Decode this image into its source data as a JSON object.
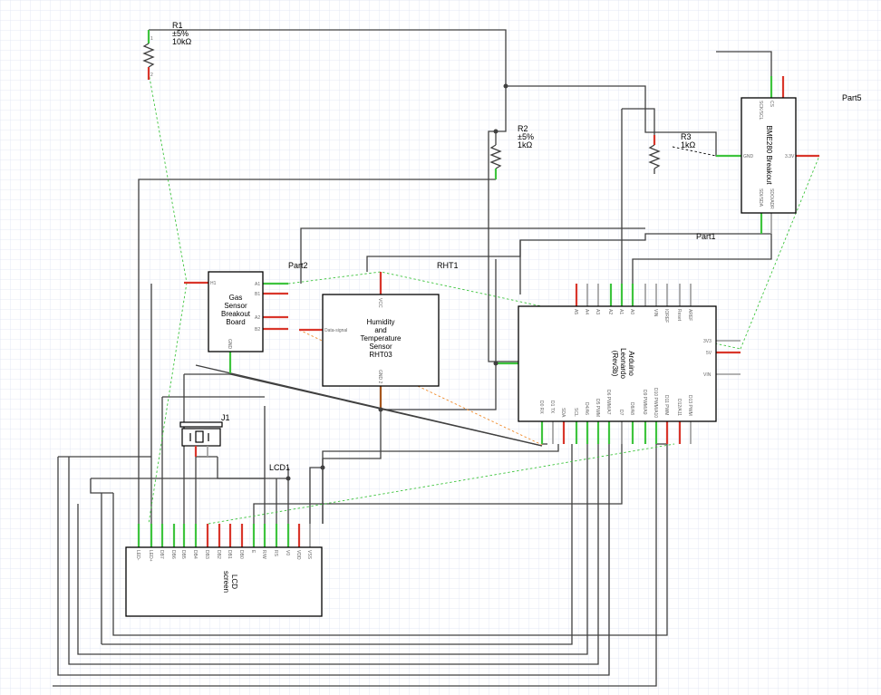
{
  "grid": {
    "line_color": "#dde4f2",
    "cell": 11
  },
  "colors": {
    "connected": "#3ec43e",
    "unconnected": "#d9362b",
    "wire": "#404040"
  },
  "parts": {
    "r1": {
      "ref": "R1",
      "tol": "±5%",
      "value": "10kΩ"
    },
    "r2": {
      "ref": "R2",
      "tol": "±5%",
      "value": "1kΩ"
    },
    "r3": {
      "ref": "R3",
      "value": "1kΩ"
    },
    "part5": {
      "ref": "Part5",
      "name": "BME280 Breakout",
      "pins_top": [
        "CS",
        "SCK/SCL"
      ],
      "pin_left": "GND",
      "pin_right": "3.3V",
      "pins_bottom": [
        "SDI/SDA",
        "SDO/ADR"
      ]
    },
    "part1": {
      "ref": "Part1"
    },
    "part2": {
      "ref": "Part2",
      "name_lines": [
        "Gas",
        "Sensor",
        "Breakout",
        "Board"
      ],
      "pins_right": [
        "A1",
        "B1",
        "A2",
        "B2"
      ],
      "pin_left": "H1",
      "pin_bottom": "GND"
    },
    "rht1": {
      "ref": "RHT1",
      "name_lines": [
        "Humidity",
        "and",
        "Temperature",
        "Sensor",
        "RHT03"
      ],
      "pin_top": "VCC",
      "pin_left": "Data-signal",
      "pin_bottom": "GND 2"
    },
    "arduino": {
      "name_lines": [
        "Arduino",
        "Leonardo",
        "(Rev3b)"
      ],
      "pins_top": [
        "A5",
        "A4",
        "A3",
        "A2",
        "A1",
        "A0",
        "VIN",
        "IOREF",
        "Reset",
        "AREF"
      ],
      "pins_right": [
        "3V3",
        "5V",
        "VIN"
      ],
      "pins_bottom": [
        "D0 RX",
        "D1 TX",
        "SDA",
        "SCL",
        "D4/A6",
        "D5 PWM",
        "D6 PWM/A7",
        "D7",
        "D8/A8",
        "D9 PWM/A9",
        "D10 PWM/A10",
        "D11 PWM",
        "D12/A11",
        "D13 PWM"
      ]
    },
    "j1": {
      "ref": "J1"
    },
    "lcd1": {
      "ref": "LCD1",
      "name_lines": [
        "LCD",
        "screen"
      ],
      "pins": [
        "LED-",
        "LED+",
        "DB7",
        "DB6",
        "DB5",
        "DB4",
        "DB3",
        "DB2",
        "DB1",
        "DB0",
        "E",
        "R/W",
        "RS",
        "V0",
        "VDD",
        "VSS"
      ]
    }
  }
}
